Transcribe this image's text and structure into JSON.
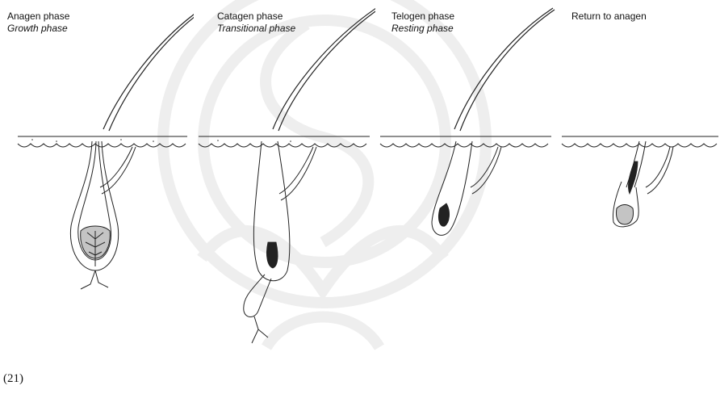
{
  "phases": [
    {
      "title": "Anagen phase",
      "subtitle": "Growth phase"
    },
    {
      "title": "Catagen phase",
      "subtitle": "Transitional phase"
    },
    {
      "title": "Telogen phase",
      "subtitle": "Resting phase"
    },
    {
      "title": "Return to anagen",
      "subtitle": ""
    }
  ],
  "citation": "(21)",
  "colors": {
    "ink": "#222222",
    "bulb_shade": "#c4c4c4",
    "watermark": "#eeeeee"
  }
}
